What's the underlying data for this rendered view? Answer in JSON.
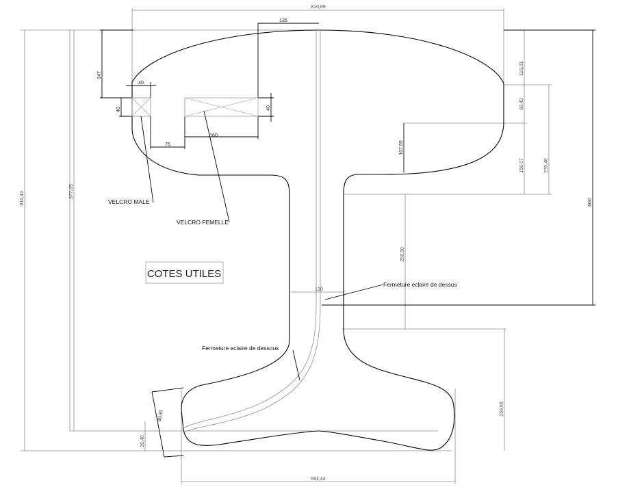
{
  "title_box": "COTES UTILES",
  "labels": {
    "velcro_male": "VELCRO MALE",
    "velcro_femelle": "VELCRO FEMELLE",
    "zip_top": "Fermeture eclaire de dessus",
    "zip_bottom": "Fermeture eclaire de dessous"
  },
  "dimensions": {
    "top_width": "810,69",
    "head_offset": "135",
    "left_total_height": "916,43",
    "inner_height": "877,05",
    "right_head_top": "119,01",
    "right_head_mid": "83,42",
    "right_head_low": "156,07",
    "right_head_total": "239,48",
    "right_600": "600",
    "left_147": "147",
    "velcro_w": "40",
    "velcro_h_left": "40",
    "velcro_h_right": "40",
    "gap_75": "75",
    "velcro_long": "160",
    "head_drop": "107,55",
    "web_height": "258,50",
    "web_width": "120",
    "foot_height": "259,66",
    "foot_width": "594,44",
    "foot_left_small": "39,40",
    "foot_slant": "80,91"
  }
}
